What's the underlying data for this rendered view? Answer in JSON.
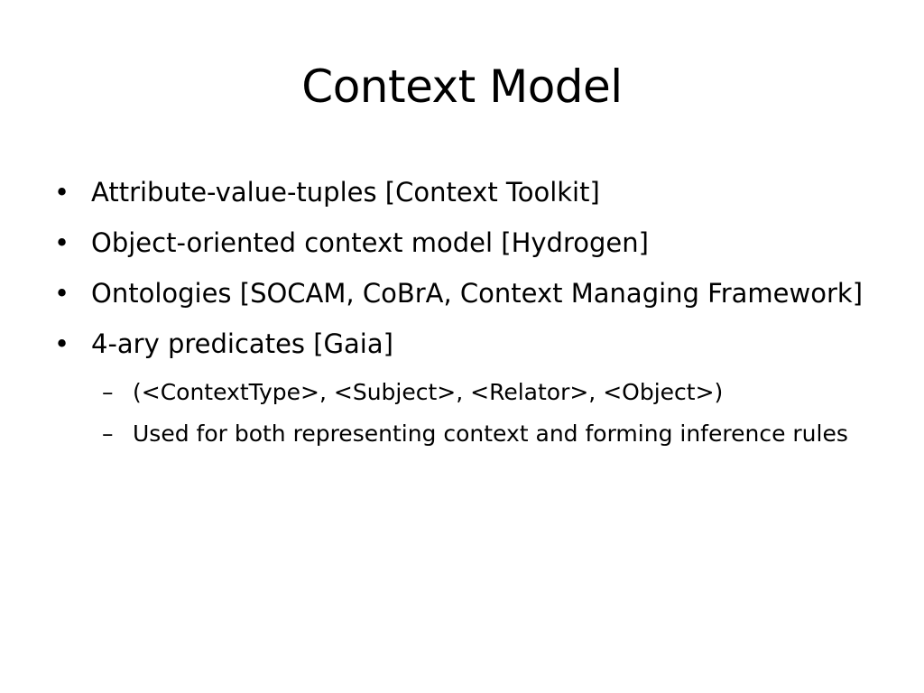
{
  "slide": {
    "title": "Context Model",
    "bullets": [
      {
        "marker": "•",
        "text": "Attribute-value-tuples [Context Toolkit]"
      },
      {
        "marker": "•",
        "text": "Object-oriented context model [Hydrogen]"
      },
      {
        "marker": "•",
        "text": "Ontologies [SOCAM, CoBrA, Context Managing Framework]"
      },
      {
        "marker": "•",
        "text": "4-ary predicates [Gaia]"
      }
    ],
    "sub_bullets": [
      {
        "marker": "–",
        "text": "(<ContextType>, <Subject>, <Relator>, <Object>)"
      },
      {
        "marker": "–",
        "text": "Used for both representing context and forming inference rules"
      }
    ]
  }
}
